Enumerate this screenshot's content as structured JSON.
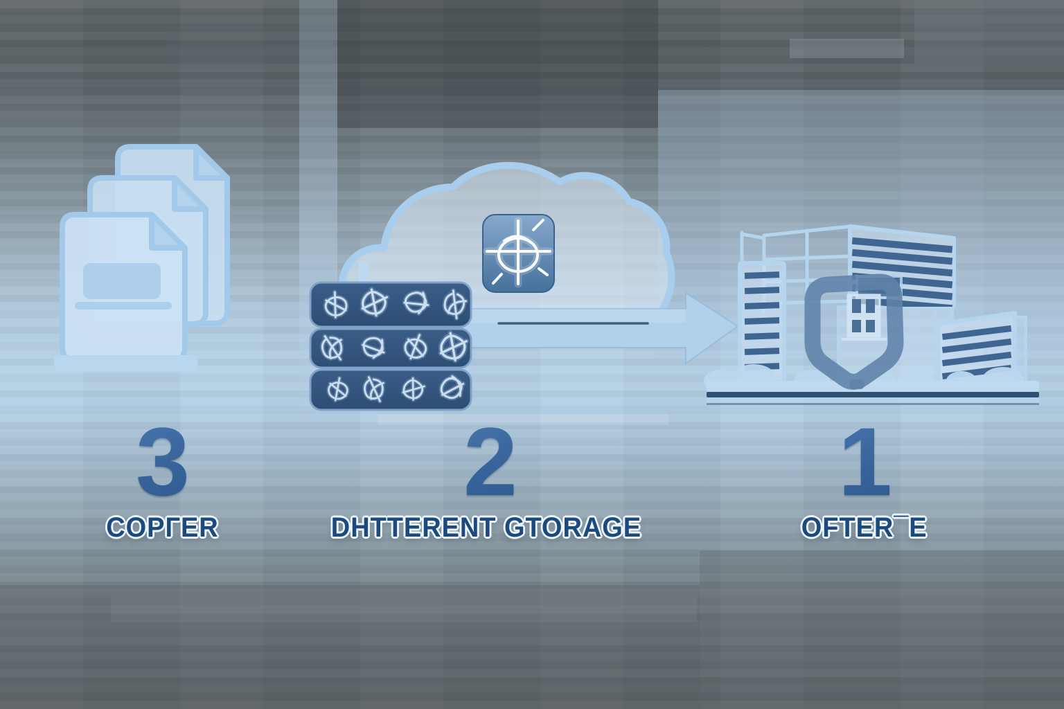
{
  "diagram": {
    "type": "backup-rule-infographic",
    "steps": [
      {
        "number": "3",
        "label": "COPГER",
        "icon": "documents-stack-icon"
      },
      {
        "number": "2",
        "label": "DHTTERENT GTORAGE",
        "icons": [
          "server-stack-icon",
          "cloud-icon",
          "globe-tile-icon",
          "arrow-right-icon"
        ]
      },
      {
        "number": "1",
        "label": "OFTER¯E",
        "icons": [
          "buildings-icon",
          "shield-icon"
        ]
      }
    ],
    "colors": {
      "number_blue": "#37639b",
      "label_navy": "#1c4a7c",
      "label_outline": "#eef5fa",
      "server_fill": "#32527a",
      "line_art_light_blue": "#a9cdec",
      "window_stripe": "#3f6690",
      "arrow_fill": "#b1d1ea",
      "shield_blue": "#5e82a8",
      "bg_top_gray": "#5a6165",
      "bg_mid_blue": "#b6d1e6",
      "bg_bottom_gray": "#5d6467"
    }
  }
}
